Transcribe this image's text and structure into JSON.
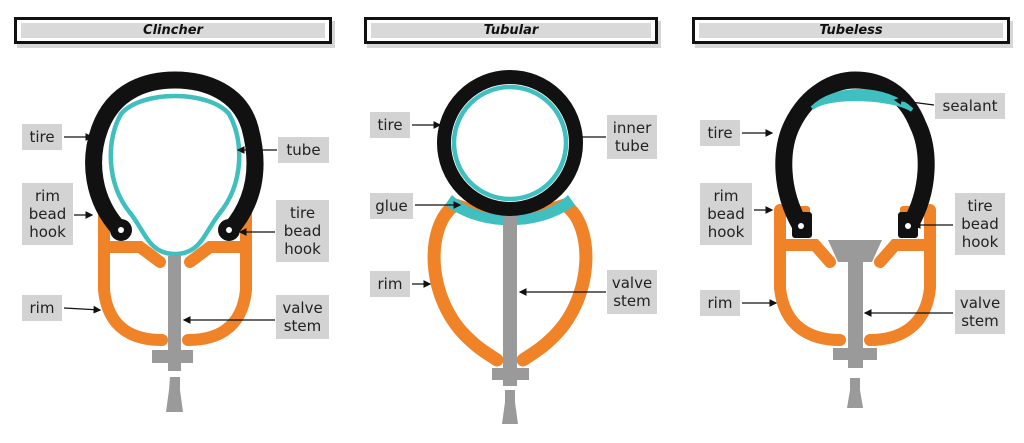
{
  "panels": [
    {
      "title": "Clincher",
      "labels": {
        "tire": "tire",
        "tube": "tube",
        "rim_bead_hook": "rim bead hook",
        "tire_bead_hook": "tire bead hook",
        "rim": "rim",
        "valve_stem": "valve stem"
      }
    },
    {
      "title": "Tubular",
      "labels": {
        "tire": "tire",
        "inner_tube": "inner tube",
        "glue": "glue",
        "rim": "rim",
        "valve_stem": "valve stem"
      }
    },
    {
      "title": "Tubeless",
      "labels": {
        "tire": "tire",
        "sealant": "sealant",
        "rim_bead_hook": "rim bead hook",
        "tire_bead_hook": "tire bead hook",
        "rim": "rim",
        "valve_stem": "valve stem"
      }
    }
  ],
  "colors": {
    "tire": "#111111",
    "tube": "#3fbfbf",
    "rim": "#f08228",
    "valve": "#9a9a9a",
    "label_bg": "#d3d3d3"
  }
}
